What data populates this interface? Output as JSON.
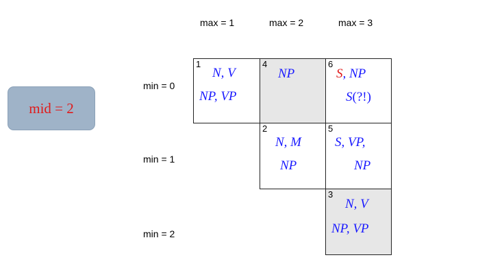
{
  "headers": {
    "max1": "max = 1",
    "max2": "max = 2",
    "max3": "max = 3"
  },
  "rows": {
    "min0": "min = 0",
    "min1": "min = 1",
    "min2": "min = 2"
  },
  "mid_box": {
    "label": "mid = 2"
  },
  "cells": {
    "c1": {
      "number": "1",
      "line1": "N, V",
      "line2": "NP, VP",
      "shaded": false
    },
    "c4": {
      "number": "4",
      "line1": "NP",
      "shaded": true
    },
    "c6": {
      "number": "6",
      "line1_red": "S",
      "line1_rest": ", NP",
      "line2_italic": "S",
      "line2_rest": "(?!)",
      "shaded": false
    },
    "c2": {
      "number": "2",
      "line1": "N, M",
      "line2": "NP",
      "shaded": false
    },
    "c5": {
      "number": "5",
      "line1": "S, VP,",
      "line2": "NP",
      "shaded": false
    },
    "c3": {
      "number": "3",
      "line1": "N, V",
      "line2": "NP, VP",
      "shaded": true
    }
  },
  "colors": {
    "red": "#e01b1b",
    "blue": "#1a1aff",
    "mid_box_fill": "#9fb3c8",
    "shaded_cell": "#e7e7e7"
  }
}
